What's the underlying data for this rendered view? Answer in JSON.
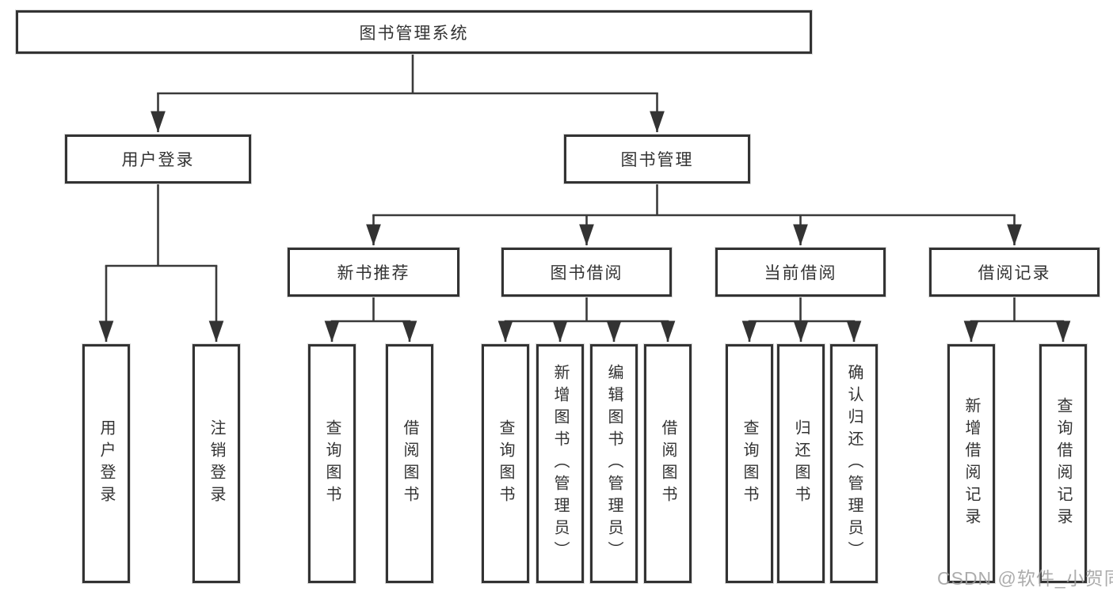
{
  "tree": {
    "root": "图书管理系统",
    "level2": [
      "用户登录",
      "图书管理"
    ],
    "level3": [
      "新书推荐",
      "图书借阅",
      "当前借阅",
      "借阅记录"
    ],
    "leaves_user_login": [
      "用户登录",
      "注销登录"
    ],
    "leaves_new_book": [
      "查询图书",
      "借阅图书"
    ],
    "leaves_book_borrow": [
      "查询图书",
      "新增图书（管理员）",
      "编辑图书（管理员）",
      "借阅图书"
    ],
    "leaves_current_borrow": [
      "查询图书",
      "归还图书",
      "确认归还（管理员）"
    ],
    "leaves_borrow_record": [
      "新增借阅记录",
      "查询借阅记录"
    ]
  },
  "watermark": "CSDN @软件_小贺同学",
  "colors": {
    "background": "#ffffff",
    "box_border": "#333333",
    "connector_line": "#3a3a3a",
    "text": "#333333",
    "watermark_text": "#9e9e9e"
  }
}
